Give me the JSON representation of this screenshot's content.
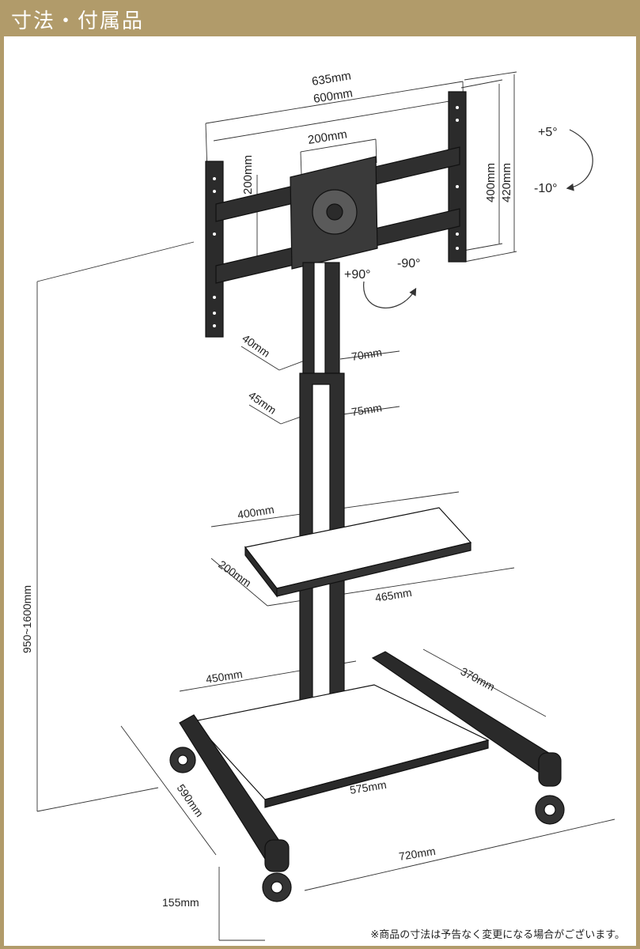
{
  "header": {
    "title": "寸法・付属品"
  },
  "dimensions": {
    "overall_width": "635mm",
    "bracket_width": "600mm",
    "vesa_width": "200mm",
    "vesa_height": "200mm",
    "bracket_height": "400mm",
    "overall_height": "420mm",
    "tilt_up": "+5°",
    "tilt_down": "-10°",
    "rotate_pos": "+90°",
    "rotate_neg": "-90°",
    "upper_pole_depth": "40mm",
    "upper_pole_width": "70mm",
    "lower_pole_depth": "45mm",
    "lower_pole_width": "75mm",
    "shelf_width": "400mm",
    "shelf_depth": "200mm",
    "shelf_span": "465mm",
    "stand_height": "950~1600mm",
    "base_inner_width": "450mm",
    "base_side_length": "370mm",
    "base_front_width": "575mm",
    "base_depth": "590mm",
    "base_width": "720mm",
    "caster_height": "155mm"
  },
  "footer": {
    "note": "※商品の寸法は予告なく変更になる場合がございます。"
  }
}
